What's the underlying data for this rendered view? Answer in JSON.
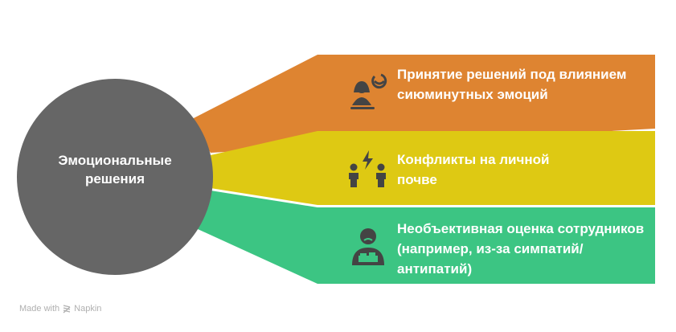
{
  "center": {
    "label_line1": "Эмоциональные",
    "label_line2": "решения",
    "color": "#666666"
  },
  "items": [
    {
      "text": "Принятие решений под влиянием сиюминутных эмоций",
      "icon": "woman-mood-swing-icon",
      "color": "#DE8431"
    },
    {
      "text": "Конфликты на личной почве",
      "icon": "people-conflict-icon",
      "color": "#DEC913"
    },
    {
      "text": "Необъективная оценка сотрудников (например, из-за симпатий/антипатий)",
      "icon": "biased-evaluator-icon",
      "color": "#3CC583"
    }
  ],
  "footer": {
    "made_with": "Made with",
    "brand": "Napkin"
  }
}
